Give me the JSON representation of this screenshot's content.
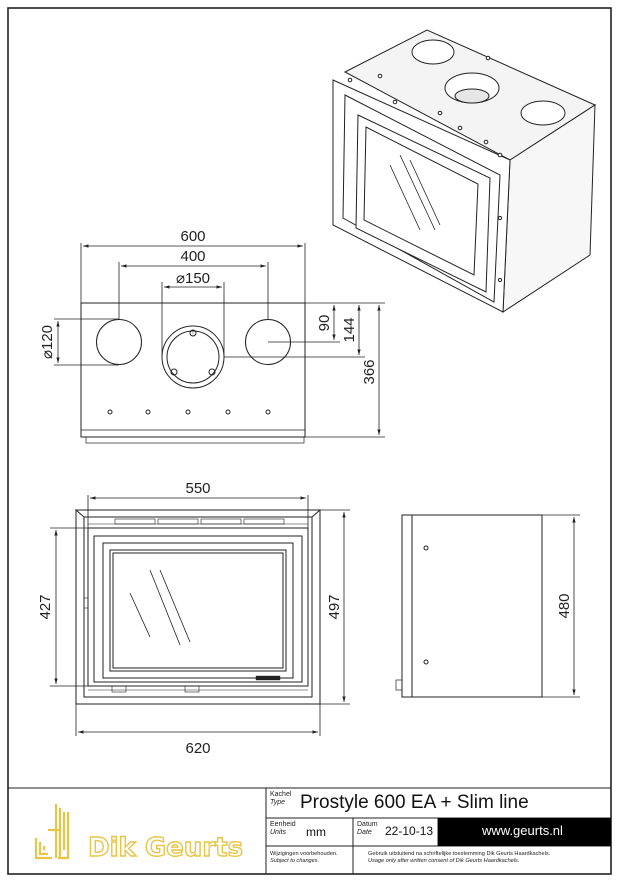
{
  "dimensions": {
    "top_width": "600",
    "top_spacing": "400",
    "top_diameter": "⌀150",
    "side_diameter": "⌀120",
    "v90": "90",
    "v144": "144",
    "v366": "366",
    "front_width": "550",
    "front_height": "427",
    "outer_height": "497",
    "outer_width": "620",
    "side_height": "480"
  },
  "title_block": {
    "logo_text": "Dik Geurts",
    "type_label_nl": "Kachel",
    "type_label_en": "Type",
    "product": "Prostyle 600 EA + Slim line",
    "unit_label_nl": "Eenheid",
    "unit_label_en": "Units",
    "unit": "mm",
    "date_label_nl": "Datum",
    "date_label_en": "Date",
    "date": "22-10-13",
    "website": "www.geurts.nl",
    "changes_nl": "Wijzigingen voorbehouden.",
    "changes_en": "Subject to changes.",
    "usage_nl": "Gebruik uitsluitend na schriftelijke toestemming Dik Geurts Haardkachels.",
    "usage_en": "Usage only after written consent of Dik Geurts Haardkachels."
  },
  "colors": {
    "logo": "#e8c547",
    "website_bg": "#000000",
    "line": "#1a1a1a"
  }
}
